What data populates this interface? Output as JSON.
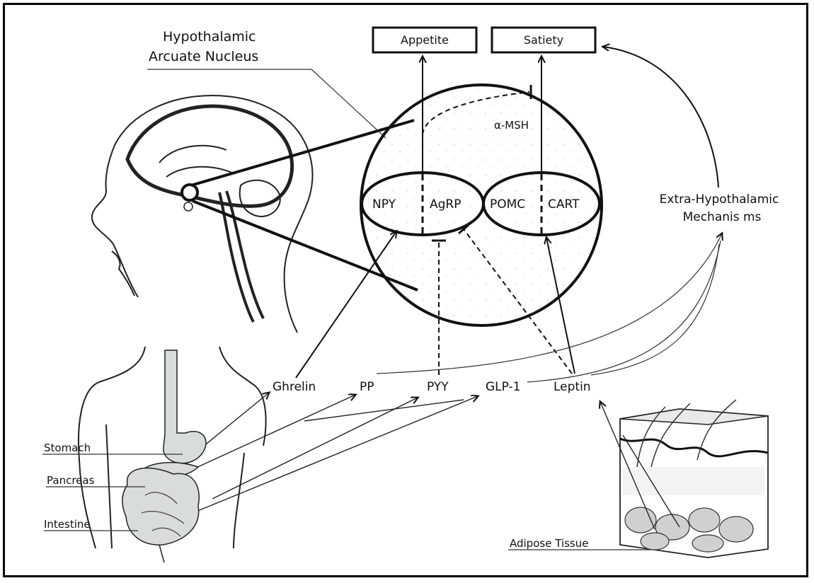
{
  "title_line1": "Hypothalamic",
  "title_line2": "Arcuate Nucleus",
  "outputs": {
    "appetite": "Appetite",
    "satiety": "Satiety"
  },
  "neurons": {
    "npy": "NPY",
    "agrp": "AgRP",
    "pomc": "POMC",
    "cart": "CART",
    "msh": "α-MSH"
  },
  "extra_line1": "Extra-Hypothalamic",
  "extra_line2": "Mechanis ms",
  "hormones": {
    "ghrelin": "Ghrelin",
    "pp": "PP",
    "pyy": "PYY",
    "glp1": "GLP-1",
    "leptin": "Leptin"
  },
  "organs": {
    "stomach": "Stomach",
    "pancreas": "Pancreas",
    "intestine": "Intestine",
    "adipose": "Adipose Tissue"
  },
  "colors": {
    "ink": "#111111",
    "organ_fill": "#d9ddd9",
    "background": "#ffffff"
  }
}
